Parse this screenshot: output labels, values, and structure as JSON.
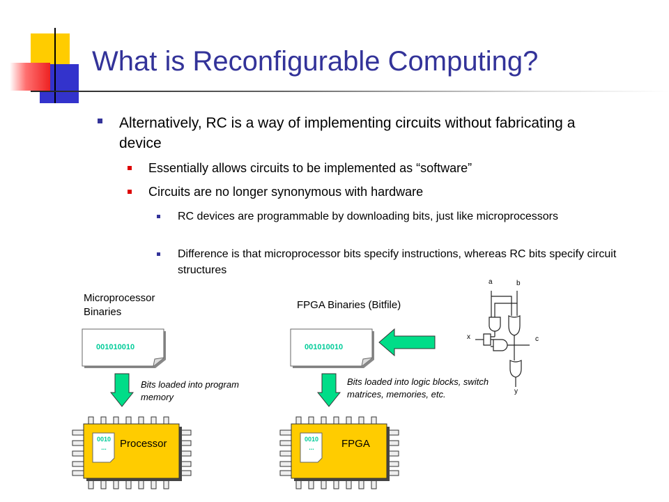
{
  "slide": {
    "title": "What is Reconfigurable Computing?",
    "bullets": [
      "Alternatively, RC is a way of implementing circuits without fabricating a device",
      "Essentially allows circuits to be implemented as “software”",
      "Circuits are no longer synonymous with hardware",
      "RC devices are programmable by downloading bits, just like microprocessors",
      "Difference is that microprocessor bits specify instructions, whereas RC bits specify circuit structures"
    ]
  },
  "diagram": {
    "left": {
      "label": "Microprocessor Binaries",
      "file_bits": "001010010",
      "arrow_note": "Bits loaded into program memory",
      "chip_name": "Processor",
      "chip_code": "0010",
      "chip_ellipsis": "..."
    },
    "right": {
      "label": "FPGA Binaries (Bitfile)",
      "file_bits": "001010010",
      "arrow_note": "Bits loaded into logic blocks, switch matrices, memories, etc.",
      "chip_name": "FPGA",
      "chip_code": "0010",
      "chip_ellipsis": "..."
    },
    "circuit": {
      "inputs": [
        "a",
        "b",
        "x"
      ],
      "outputs": [
        "c",
        "y"
      ]
    }
  },
  "colors": {
    "title": "#333399",
    "bullet_main": "#333399",
    "bullet_sub": "#dd0000",
    "binary_text": "#00cc99",
    "arrow_fill": "#00dd88",
    "chip_fill": "#ffcc00"
  }
}
